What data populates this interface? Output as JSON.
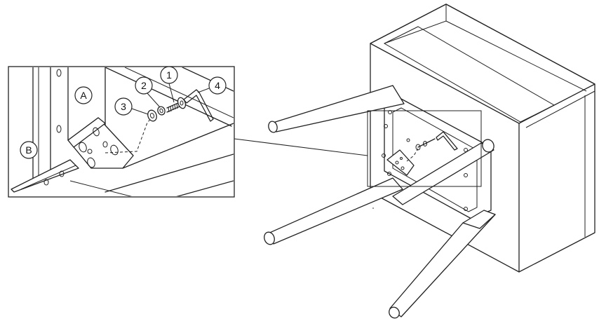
{
  "callouts": {
    "bolt": "1",
    "lock_washer": "2",
    "flat_washer": "3",
    "allen_key": "4",
    "panel_a": "A",
    "panel_b": "B"
  }
}
